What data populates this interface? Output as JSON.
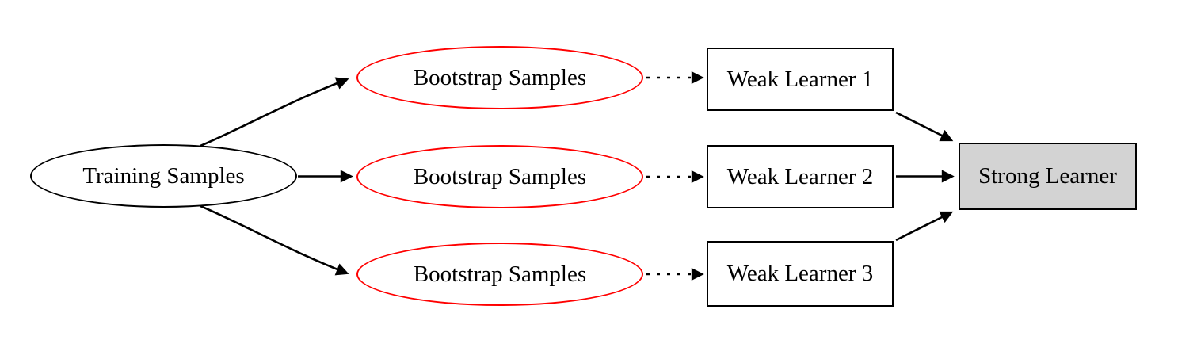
{
  "diagram": {
    "nodes": {
      "training": {
        "label": "Training Samples",
        "shape": "ellipse",
        "stroke": "#000000",
        "fill": "#ffffff"
      },
      "bootstrap1": {
        "label": "Bootstrap Samples",
        "shape": "ellipse",
        "stroke": "#ff0000",
        "fill": "#ffffff"
      },
      "bootstrap2": {
        "label": "Bootstrap Samples",
        "shape": "ellipse",
        "stroke": "#ff0000",
        "fill": "#ffffff"
      },
      "bootstrap3": {
        "label": "Bootstrap Samples",
        "shape": "ellipse",
        "stroke": "#ff0000",
        "fill": "#ffffff"
      },
      "weak1": {
        "label": "Weak Learner 1",
        "shape": "box",
        "stroke": "#000000",
        "fill": "#ffffff"
      },
      "weak2": {
        "label": "Weak Learner 2",
        "shape": "box",
        "stroke": "#000000",
        "fill": "#ffffff"
      },
      "weak3": {
        "label": "Weak Learner 3",
        "shape": "box",
        "stroke": "#000000",
        "fill": "#ffffff"
      },
      "strong": {
        "label": "Strong Learner",
        "shape": "box",
        "stroke": "#000000",
        "fill": "#d3d3d3"
      }
    },
    "edges": [
      {
        "from": "training",
        "to": "bootstrap1",
        "style": "solid",
        "curved": true
      },
      {
        "from": "training",
        "to": "bootstrap2",
        "style": "solid",
        "curved": false
      },
      {
        "from": "training",
        "to": "bootstrap3",
        "style": "solid",
        "curved": true
      },
      {
        "from": "bootstrap1",
        "to": "weak1",
        "style": "dotted",
        "curved": false
      },
      {
        "from": "bootstrap2",
        "to": "weak2",
        "style": "dotted",
        "curved": false
      },
      {
        "from": "bootstrap3",
        "to": "weak3",
        "style": "dotted",
        "curved": false
      },
      {
        "from": "weak1",
        "to": "strong",
        "style": "solid",
        "curved": false
      },
      {
        "from": "weak2",
        "to": "strong",
        "style": "solid",
        "curved": false
      },
      {
        "from": "weak3",
        "to": "strong",
        "style": "solid",
        "curved": false
      }
    ],
    "colors": {
      "background": "#ffffff",
      "edge": "#000000",
      "bootstrap_stroke": "#ff0000",
      "strong_learner_fill": "#d3d3d3",
      "text": "#000000"
    }
  }
}
